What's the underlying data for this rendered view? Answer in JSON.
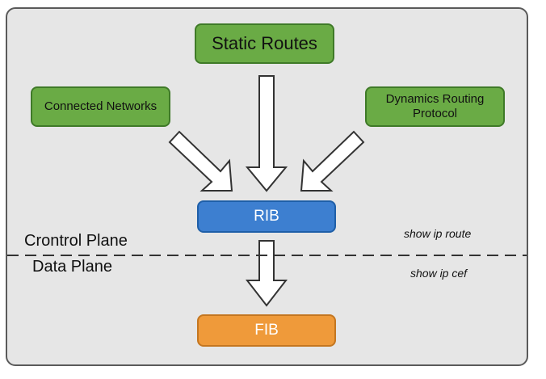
{
  "nodes": {
    "static_routes": "Static Routes",
    "connected_networks": "Connected Networks",
    "dynamic_routing": "Dynamics Routing Protocol",
    "rib": "RIB",
    "fib": "FIB"
  },
  "planes": {
    "control": "Crontrol Plane",
    "data": "Data Plane"
  },
  "commands": {
    "show_route": "show ip route",
    "show_cef": "show ip cef"
  },
  "colors": {
    "panel_bg": "#e6e6e6",
    "green": "#6aab45",
    "blue": "#3d7fd0",
    "orange": "#ef9a3a"
  }
}
